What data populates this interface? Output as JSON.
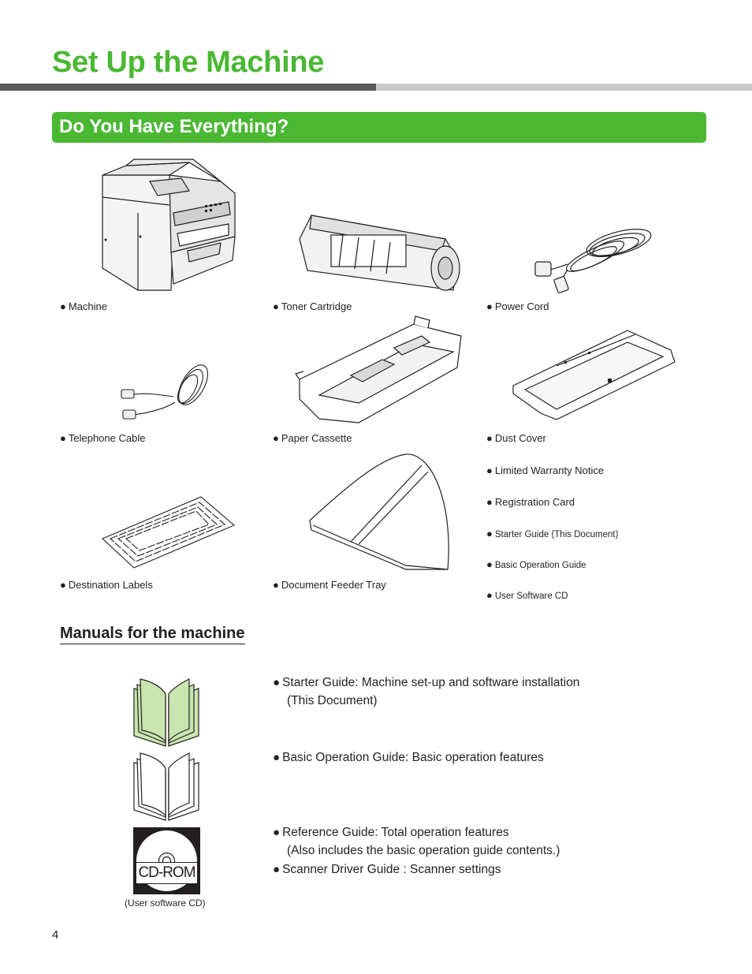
{
  "page": {
    "title": "Set Up the Machine",
    "banner": "Do You Have Everything?",
    "page_number": "4"
  },
  "items": {
    "machine": "Machine",
    "toner": "Toner Cartridge",
    "power_cord": "Power Cord",
    "telephone_cable": "Telephone Cable",
    "paper_cassette": "Paper Cassette",
    "dust_cover": "Dust Cover",
    "warranty": "Limited Warranty Notice",
    "registration": "Registration Card",
    "starter_guide": "Starter Guide (This Document)",
    "basic_guide": "Basic Operation Guide",
    "software_cd": "User Software CD",
    "destination_labels": "Destination Labels",
    "feeder_tray": "Document Feeder Tray"
  },
  "manuals": {
    "heading": "Manuals for the machine",
    "starter_line1": "Starter Guide: Machine set-up and software installation",
    "starter_line2": "(This Document)",
    "basic_line": "Basic Operation Guide: Basic operation features",
    "reference_line1": "Reference Guide: Total operation features",
    "reference_line2": "(Also includes the basic operation guide contents.)",
    "scanner_line": "Scanner Driver Guide : Scanner settings",
    "cd_caption": "(User software CD)",
    "cd_label": "CD-ROM"
  },
  "colors": {
    "accent_green": "#4ab833",
    "book_green": "#c9e6b0",
    "rule_dark": "#58595b",
    "rule_light": "#c8c9cb"
  },
  "icons": {
    "bullet": "●"
  }
}
